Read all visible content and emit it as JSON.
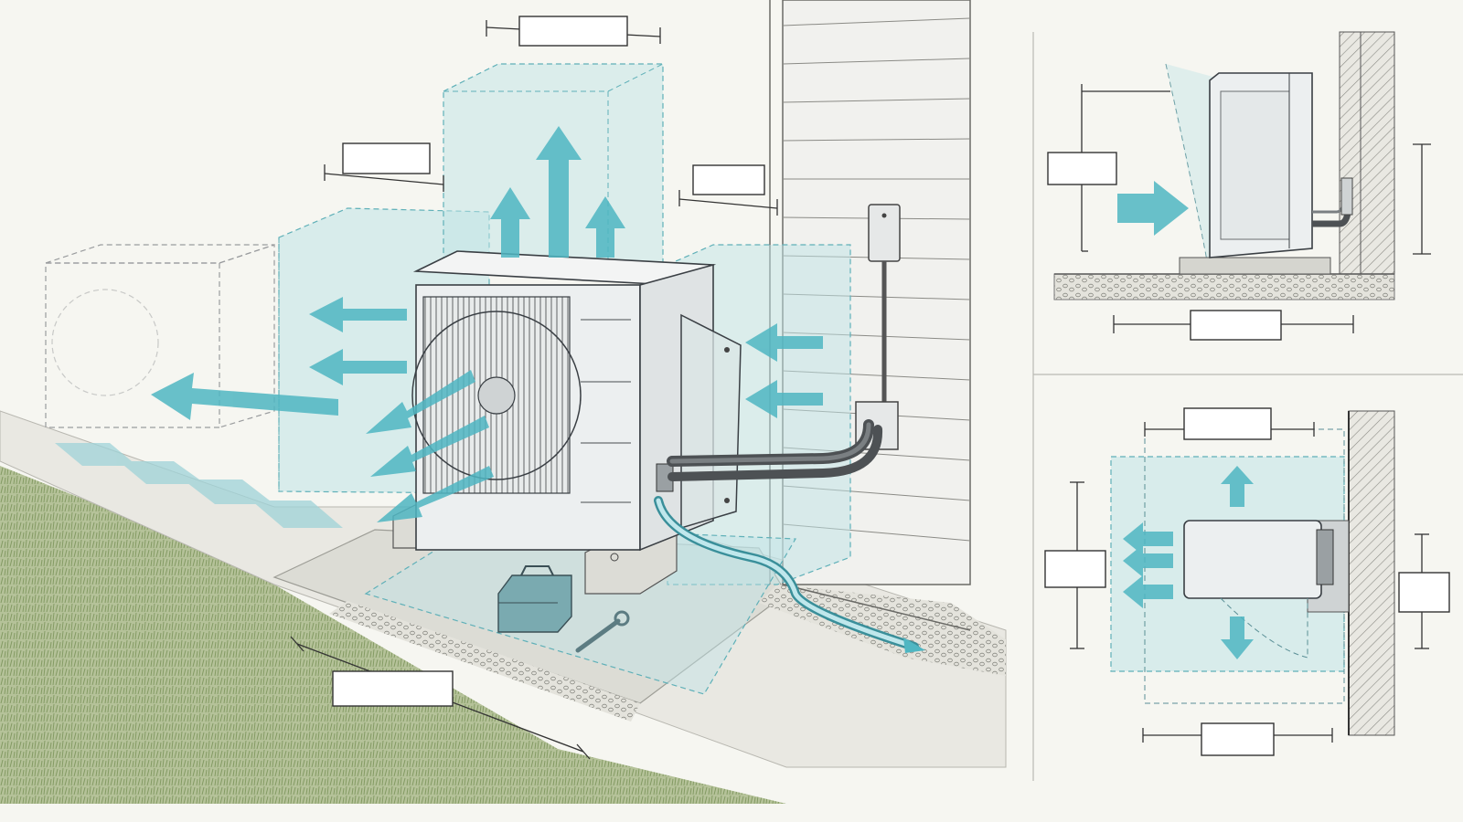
{
  "diagram": {
    "main_view": {
      "unit": "outdoor-condenser-unit",
      "zones": [
        "top-clearance-zone",
        "left-clearance-zone",
        "right-clearance-zone",
        "service-area-zone"
      ],
      "airflow": [
        "exhaust-up",
        "exhaust-left",
        "intake-right",
        "fan-discharge"
      ],
      "dimension_boxes": [
        "top-width",
        "left-side",
        "right-side",
        "front-depth"
      ]
    },
    "side_view": {
      "dimension_boxes": [
        "height",
        "front-clearance",
        "base-width"
      ]
    },
    "top_view": {
      "dimension_boxes": [
        "top-width",
        "left-depth",
        "right-depth",
        "bottom-width"
      ]
    }
  },
  "colors": {
    "clearance_fill": "#bfe3e6",
    "arrow_teal": "#4fb6c2",
    "outline": "#3a3f44",
    "unit_body": "#ecefef",
    "background": "#f6f6f1",
    "grass": "#8ea56a",
    "pipe": "#4d5154"
  }
}
